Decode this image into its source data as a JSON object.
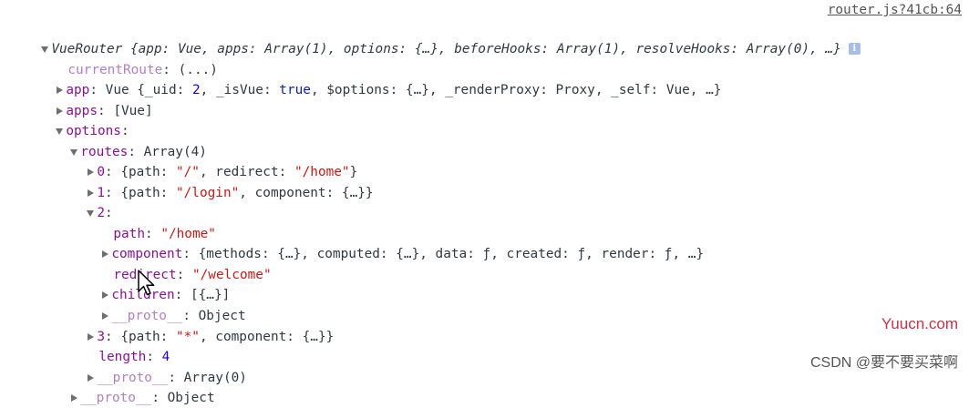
{
  "source_link": "router.js?41cb:64",
  "header": {
    "class_name": "VueRouter",
    "preview": " {app: Vue, apps: Array(1), options: {…}, beforeHooks: Array(1), resolveHooks: Array(0), …}",
    "info_icon": "i"
  },
  "props": {
    "currentRoute": {
      "key": "currentRoute",
      "value": "(...)"
    },
    "app": {
      "key": "app",
      "pre": "Vue {_uid: ",
      "uid": "2",
      "mid": ", _isVue: ",
      "isVue": "true",
      "post": ", $options: {…}, _renderProxy: Proxy, _self: Vue, …}"
    },
    "apps": {
      "key": "apps",
      "value": "[Vue]"
    },
    "options": {
      "key": "options"
    },
    "routes": {
      "key": "routes",
      "value": "Array(4)"
    },
    "r0": {
      "key": "0",
      "a": "{path: ",
      "path": "\"/\"",
      "b": ", redirect: ",
      "redirect": "\"/home\"",
      "c": "}"
    },
    "r1": {
      "key": "1",
      "a": "{path: ",
      "path": "\"/login\"",
      "b": ", component: {…}}"
    },
    "r2": {
      "key": "2"
    },
    "r2_path": {
      "key": "path",
      "value": "\"/home\""
    },
    "r2_component": {
      "key": "component",
      "value": "{methods: {…}, computed: {…}, data: ƒ, created: ƒ, render: ƒ, …}"
    },
    "r2_redirect": {
      "key": "redirect",
      "value": "\"/welcome\""
    },
    "r2_children": {
      "key": "children",
      "value": "[{…}]"
    },
    "r2_proto": {
      "key": "__proto__",
      "value": "Object"
    },
    "r3": {
      "key": "3",
      "a": "{path: ",
      "path": "\"*\"",
      "b": ", component: {…}}"
    },
    "length": {
      "key": "length",
      "value": "4"
    },
    "routes_proto": {
      "key": "__proto__",
      "value": "Array(0)"
    },
    "options_proto": {
      "key": "__proto__",
      "value": "Object"
    }
  },
  "watermarks": {
    "site": "Yuucn.com",
    "author": "CSDN @要不要买菜啊"
  },
  "colors": {
    "key": "#881391",
    "string": "#c41a16",
    "number": "#1c00cf",
    "boolean": "#0d22aa",
    "text": "#303942"
  }
}
